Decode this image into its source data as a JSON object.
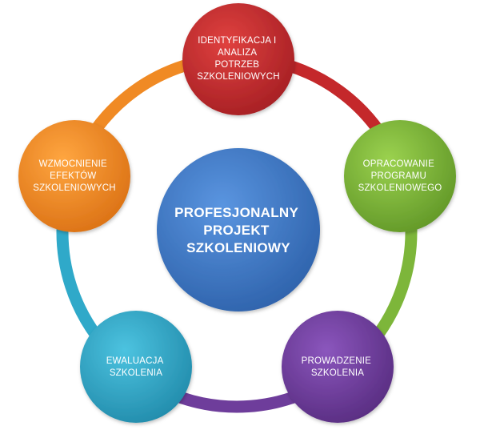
{
  "center": {
    "lines": [
      "PROFESJONALNY",
      "PROJEKT",
      "SZKOLENIOWY"
    ],
    "color": "#3f79c9"
  },
  "nodes": [
    {
      "lines": [
        "IDENTYFIKACJA I",
        "ANALIZA",
        "POTRZEB",
        "SZKOLENIOWYCH"
      ],
      "color": "#c4282b"
    },
    {
      "lines": [
        "OPRACOWANIE",
        "PROGRAMU",
        "SZKOLENIOWEGO"
      ],
      "color": "#7db63a"
    },
    {
      "lines": [
        "PROWADZENIE",
        "SZKOLENIA"
      ],
      "color": "#6e3d9b"
    },
    {
      "lines": [
        "EWALUACJA",
        "SZKOLENIA"
      ],
      "color": "#2fa9c9"
    },
    {
      "lines": [
        "WZMOCNIENIE",
        "EFEKTÓW",
        "SZKOLENIOWYCH"
      ],
      "color": "#f08a24"
    }
  ]
}
